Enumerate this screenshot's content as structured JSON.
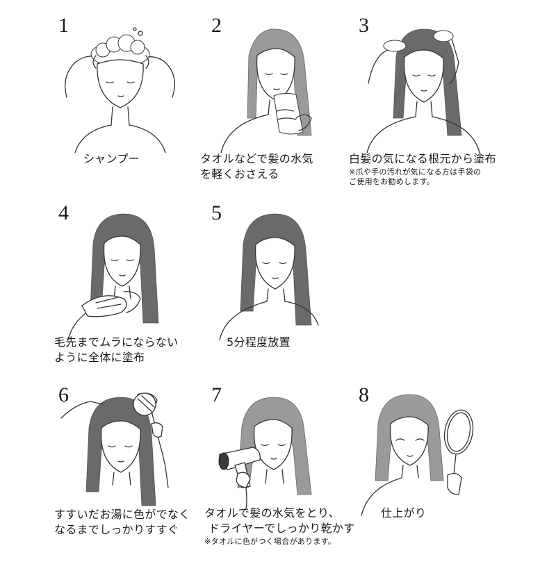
{
  "steps": [
    {
      "number": "1",
      "caption": [
        "シャンプー"
      ],
      "note": ""
    },
    {
      "number": "2",
      "caption": [
        "タオルなどで髪の水気",
        "を軽くおさえる"
      ],
      "note": ""
    },
    {
      "number": "3",
      "caption": [
        "白髪の気になる根元から塗布"
      ],
      "note": [
        "※爪や手の汚れが気になる方は手袋の",
        "ご使用をお勧めします。"
      ]
    },
    {
      "number": "4",
      "caption": [
        "毛先までムラにならない",
        "ように全体に塗布"
      ],
      "note": ""
    },
    {
      "number": "5",
      "caption": [
        "5分程度放置"
      ],
      "note": ""
    },
    {
      "number": "6",
      "caption": [
        "すすいだお湯に色がでなく",
        "なるまでしっかりすすぐ"
      ],
      "note": ""
    },
    {
      "number": "7",
      "caption": [
        "タオルで髪の水気をとり、",
        "ドライヤーでしっかり乾かす"
      ],
      "note": [
        "※タオルに色がつく場合があります。"
      ]
    },
    {
      "number": "8",
      "caption": [
        "仕上がり"
      ],
      "note": ""
    }
  ]
}
